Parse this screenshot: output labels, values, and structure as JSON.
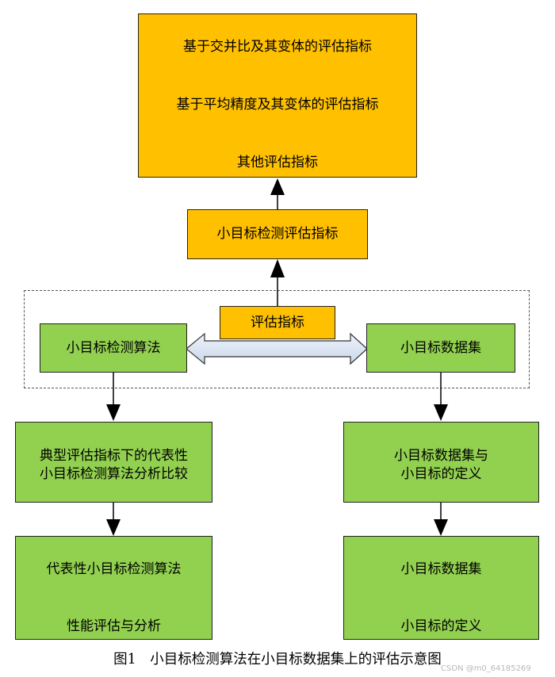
{
  "metrics_box": {
    "line1": "基于交并比及其变体的评估指标",
    "line2": "基于平均精度及其变体的评估指标",
    "line3": "其他评估指标"
  },
  "detection_metrics": "小目标检测评估指标",
  "eval_metrics": "评估指标",
  "algorithm": "小目标检测算法",
  "dataset": "小目标数据集",
  "analysis_box": {
    "line1": "典型评估指标下的代表性",
    "line2": "小目标检测算法分析比较"
  },
  "dataset_def_box": {
    "line1": "小目标数据集与",
    "line2": "小目标的定义"
  },
  "performance_box": {
    "line1": "代表性小目标检测算法",
    "line2": "性能评估与分析"
  },
  "dataset_box2": {
    "line1": "小目标数据集",
    "line2": "小目标的定义"
  },
  "caption": "图1　小目标检测算法在小目标数据集上的评估示意图",
  "watermark": "CSDN @m0_64185269",
  "colors": {
    "orange": "#FFC000",
    "green": "#92D050"
  }
}
